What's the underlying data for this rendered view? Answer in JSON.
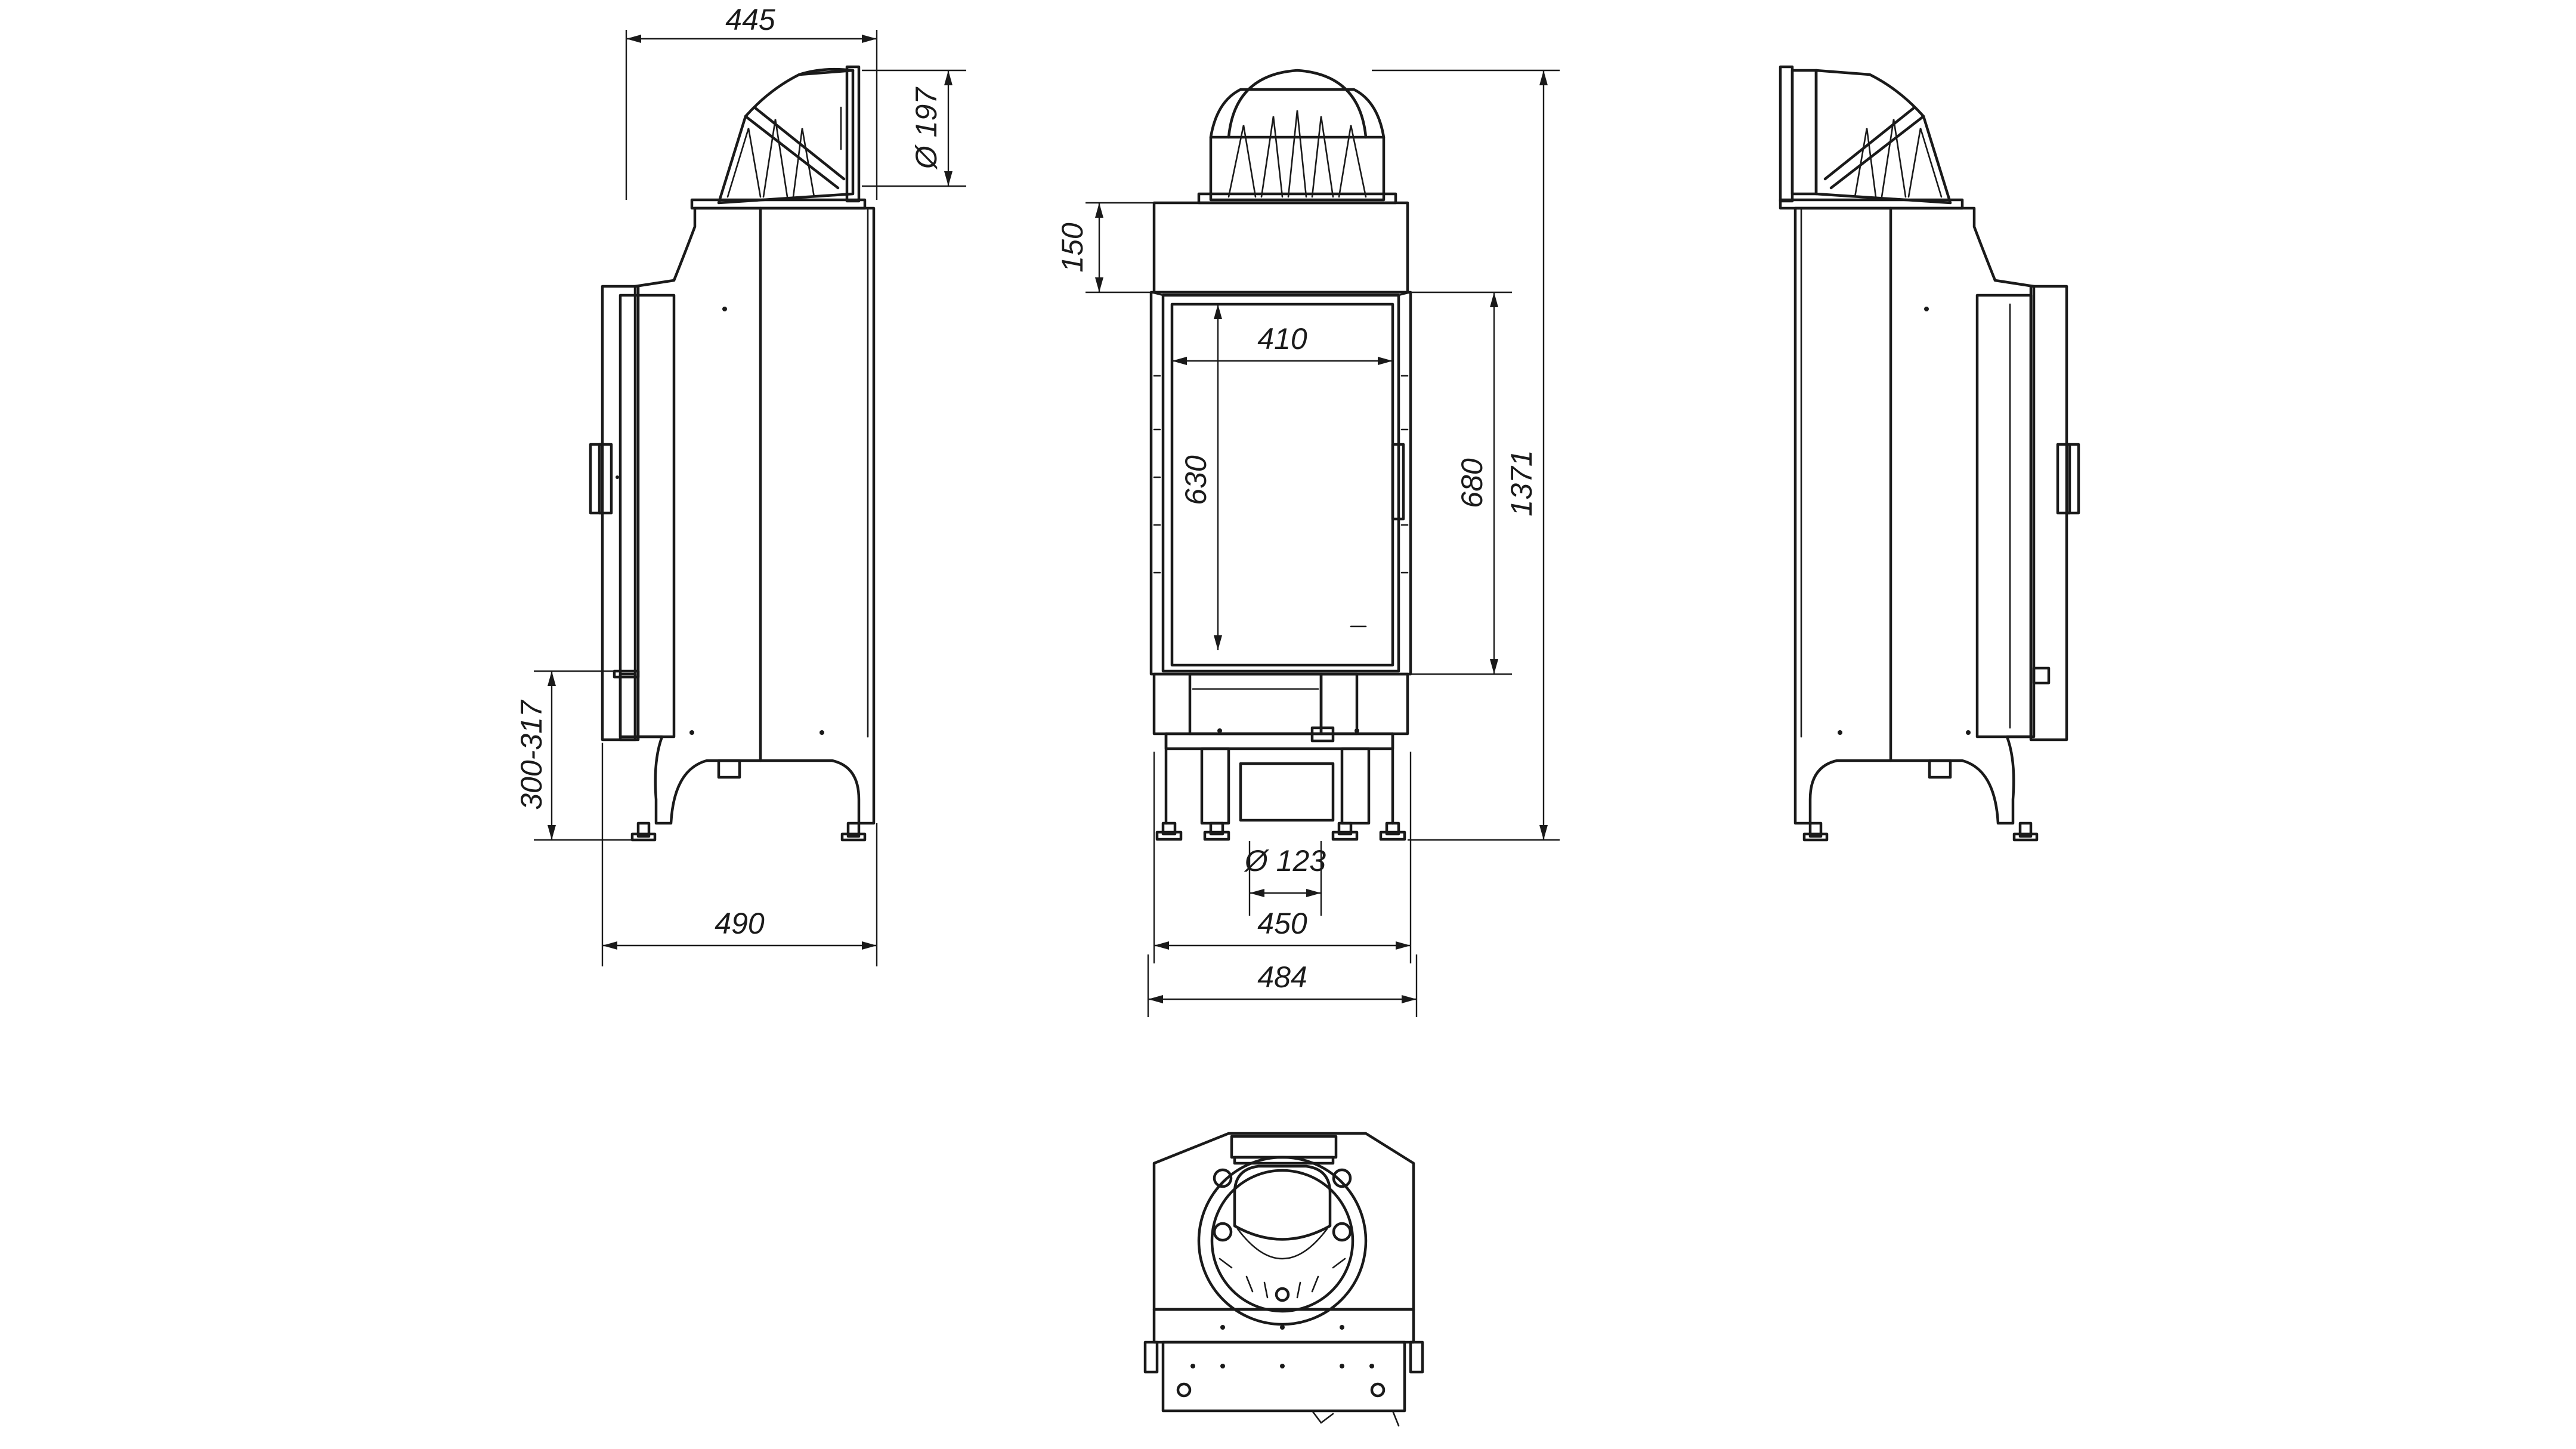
{
  "dimensions": {
    "top_depth": "445",
    "flue_diameter": "Ø 197",
    "side_support_height": "300-317",
    "side_depth": "490",
    "top_hood_height": "150",
    "glass_width": "410",
    "glass_height": "630",
    "frame_height": "680",
    "total_height": "1371",
    "air_inlet_diameter": "Ø 123",
    "base_width": "450",
    "total_width": "484"
  }
}
